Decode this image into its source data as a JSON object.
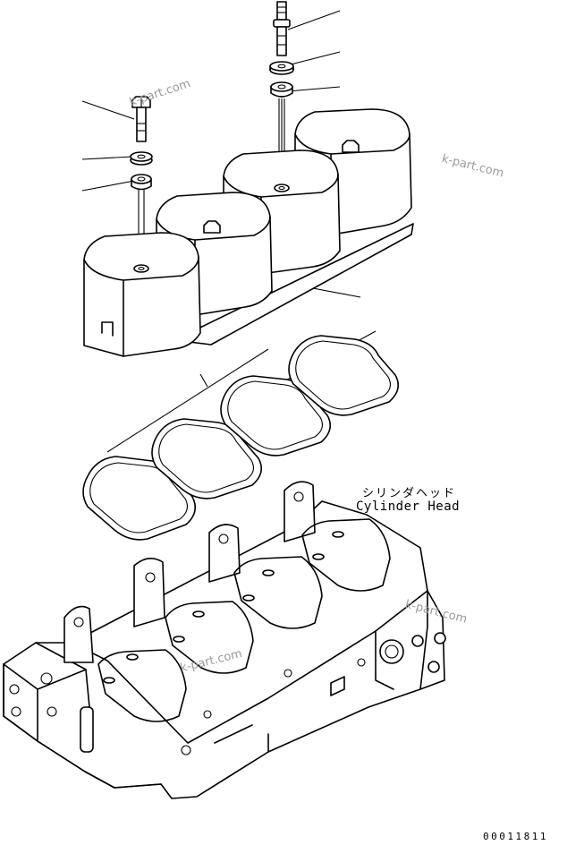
{
  "diagram": {
    "part_label_jp": "シリンダヘッド",
    "part_label_en": "Cylinder Head",
    "watermarks": [
      "k-part.com",
      "k-part.com",
      "k-part.com",
      "k-part.com"
    ],
    "document_number": "00011811",
    "line_color": "#000000",
    "watermark_color": "#9a9a9a"
  }
}
